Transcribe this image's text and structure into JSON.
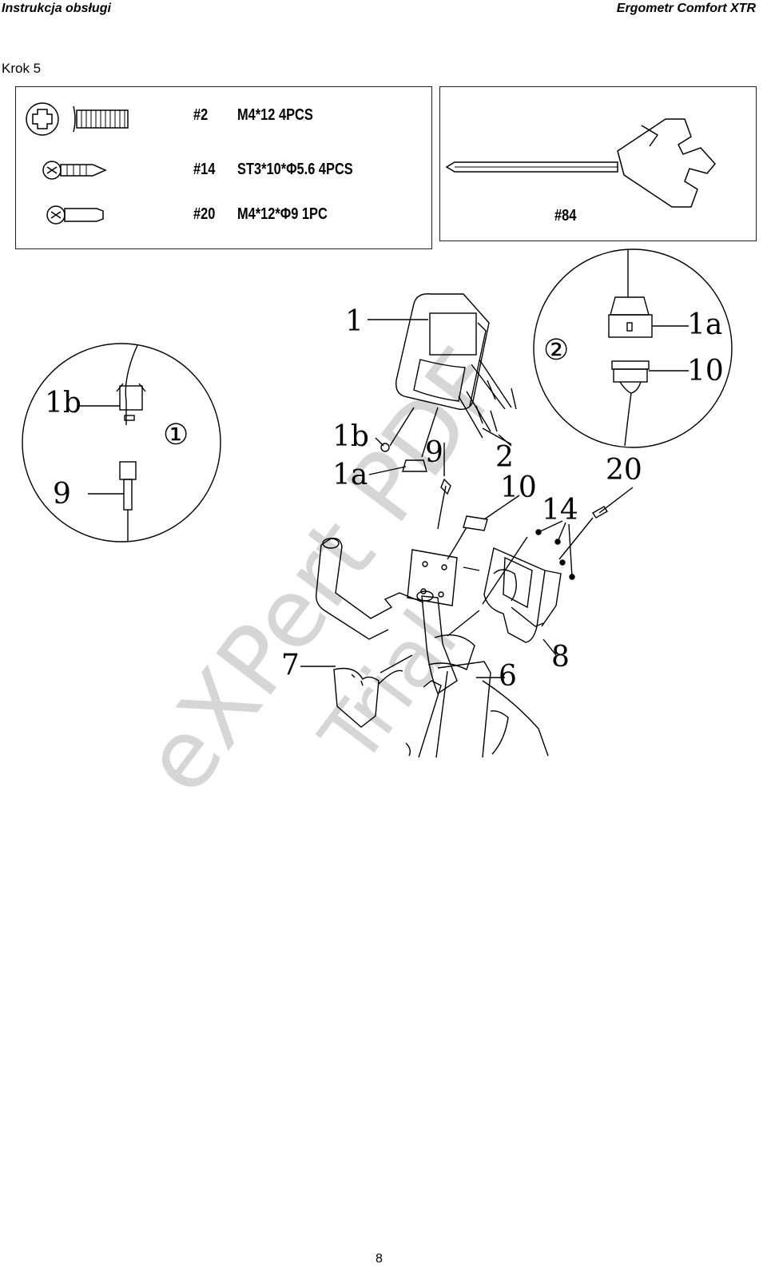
{
  "header": {
    "left": "Instrukcja obsługi",
    "right": "Ergometr Comfort XTR"
  },
  "step_title": "Krok 5",
  "parts": [
    {
      "code": "#2",
      "spec": "M4*12  4PCS",
      "icon": "flat-head-bolt-icon"
    },
    {
      "code": "#14",
      "spec": "ST3*10*Φ5.6  4PCS",
      "icon": "self-tapping-screw-icon"
    },
    {
      "code": "#20",
      "spec": "M4*12*Φ9  1PC",
      "icon": "pan-head-screw-icon"
    }
  ],
  "tool": {
    "code": "#84",
    "icon": "wrench-screwdriver-icon"
  },
  "callouts": {
    "c1": "1",
    "c1a": "1a",
    "c1b": "1b",
    "c2": "2",
    "c6": "6",
    "c7": "7",
    "c8": "8",
    "c9": "9",
    "c10": "10",
    "c14": "14",
    "c20": "20",
    "detail1_label": "①",
    "detail2_label": "②",
    "d1_1b": "1b",
    "d1_9": "9",
    "d2_1a": "1a",
    "d2_10": "10"
  },
  "watermark": {
    "line1": "eXPert PDF",
    "line2": "Trial"
  },
  "page_number": "8"
}
